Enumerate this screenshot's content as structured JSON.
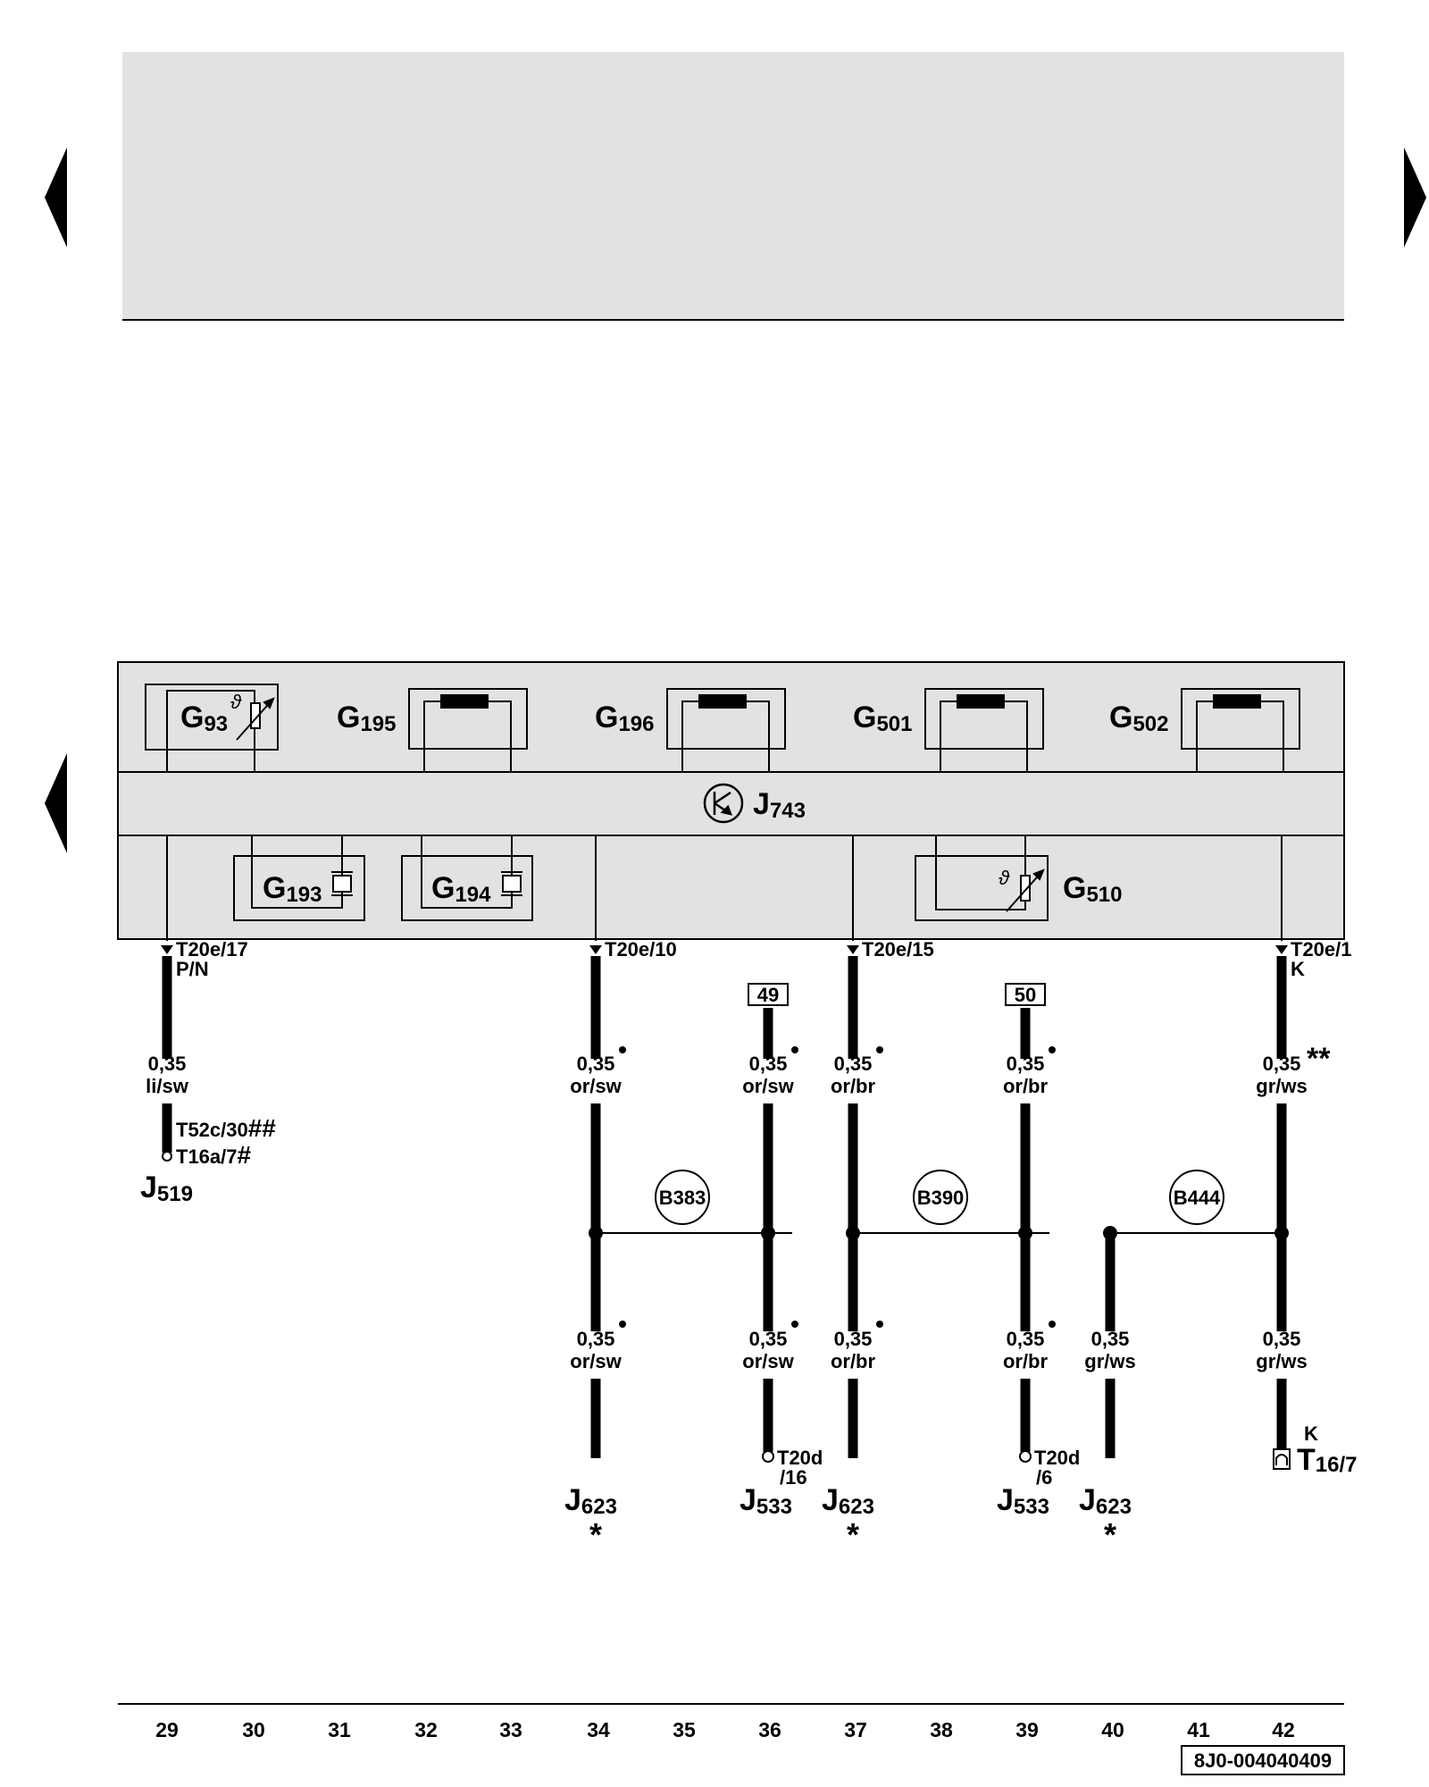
{
  "components": {
    "top_row": [
      {
        "letter": "G",
        "sub": "93"
      },
      {
        "letter": "G",
        "sub": "195"
      },
      {
        "letter": "G",
        "sub": "196"
      },
      {
        "letter": "G",
        "sub": "501"
      },
      {
        "letter": "G",
        "sub": "502"
      }
    ],
    "middle": {
      "letter": "J",
      "sub": "743"
    },
    "bottom_row": [
      {
        "letter": "G",
        "sub": "193"
      },
      {
        "letter": "G",
        "sub": "194"
      },
      {
        "letter": "G",
        "sub": "510"
      }
    ]
  },
  "connectors": {
    "c29_pin": "T20e/17",
    "c29_pin_extra": "P/N",
    "c34_pin": "T20e/10",
    "c37_pin": "T20e/15",
    "c42_pin": "T20e/1",
    "c42_pin_extra": "K",
    "t52c": "T52c/30",
    "t52c_mark": "##",
    "t16a": "T16a/7",
    "t16a_mark": "#",
    "t20d_16_a": "T20d",
    "t20d_16_b": "/16",
    "t20d_6_a": "T20d",
    "t20d_6_b": "/6",
    "t16_k": "K",
    "t16_letter": "T",
    "t16_sub": "16/7"
  },
  "refs": {
    "r49": "49",
    "r50": "50"
  },
  "junctions": {
    "b383": "B383",
    "b390": "B390",
    "b444": "B444"
  },
  "wires": {
    "w29": {
      "size": "0,35",
      "color": "li/sw"
    },
    "w34a": {
      "size": "0,35",
      "color": "or/sw"
    },
    "w36a": {
      "size": "0,35",
      "color": "or/sw"
    },
    "w37a": {
      "size": "0,35",
      "color": "or/br"
    },
    "w39a": {
      "size": "0,35",
      "color": "or/br"
    },
    "w42a": {
      "size": "0,35",
      "color": "gr/ws",
      "mark": "**"
    },
    "w34b": {
      "size": "0,35",
      "color": "or/sw"
    },
    "w36b": {
      "size": "0,35",
      "color": "or/sw"
    },
    "w37b": {
      "size": "0,35",
      "color": "or/br"
    },
    "w39b": {
      "size": "0,35",
      "color": "or/br"
    },
    "w40b": {
      "size": "0,35",
      "color": "gr/ws"
    },
    "w42b": {
      "size": "0,35",
      "color": "gr/ws"
    }
  },
  "destinations": {
    "d29": {
      "letter": "J",
      "sub": "519"
    },
    "d34": {
      "letter": "J",
      "sub": "623",
      "mark": "*"
    },
    "d36": {
      "letter": "J",
      "sub": "533"
    },
    "d37": {
      "letter": "J",
      "sub": "623",
      "mark": "*"
    },
    "d39": {
      "letter": "J",
      "sub": "533"
    },
    "d40": {
      "letter": "J",
      "sub": "623",
      "mark": "*"
    }
  },
  "current_tracks": [
    "29",
    "30",
    "31",
    "32",
    "33",
    "34",
    "35",
    "36",
    "37",
    "38",
    "39",
    "40",
    "41",
    "42"
  ],
  "doc_id": "8J0-004040409",
  "colors": {
    "panel": "#e2e2e2",
    "ink": "#000000",
    "page": "#ffffff"
  },
  "nav": {
    "left_arrow_icon": "triangle-left",
    "right_arrow_icon": "triangle-right"
  }
}
